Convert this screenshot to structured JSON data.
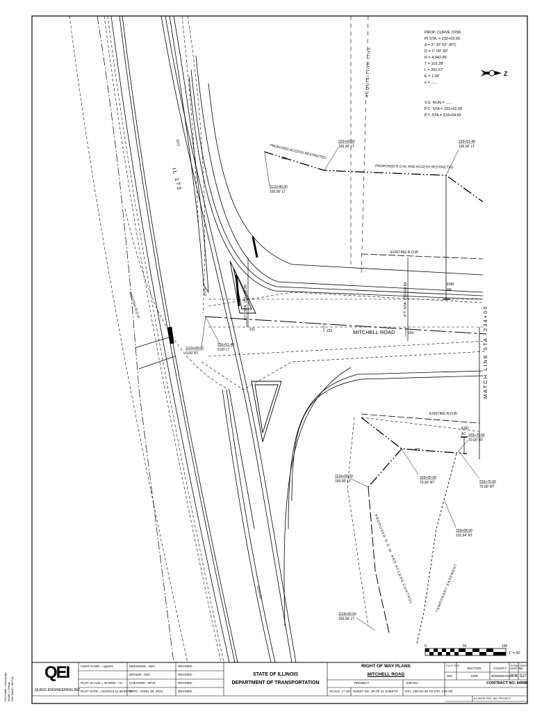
{
  "curve_data": {
    "title": "PROP. CURVE O290",
    "lines": [
      "PI STA. = 232+03.56",
      "Δ = 2° 20' 52\" (RT)",
      "D = 1° 09' 33\"",
      "R = 4,942.86'",
      "T = 101.28'",
      "L = 202.57'",
      "E = 1.04'",
      "e = ......"
    ],
    "lines2": [
      "S.E. RUN = ......",
      "P.C. STA = 231+02.28",
      "P.T. STA = 233+04.82"
    ]
  },
  "north_arrow": {
    "label": "N",
    "icon": "north-arrow-icon"
  },
  "labels": {
    "acquisition_line": "ACQUISITION LINE",
    "proposed_access_restricted": "PROPOSED ACCESS RESTRICTED",
    "ar": "AR",
    "proposed_row_access_restricted": "PROPOSED R.O.W. AND ACCESS RESTRICTED",
    "existing_row_top": "EXISTING R.O.W.",
    "existing_row_left": "EXISTING R.O.W.",
    "existing_row_bottom": "EXISTING R.O.W.",
    "end_ar": [
      "END",
      "AR"
    ],
    "end_ac": [
      "END",
      "AC"
    ],
    "ac": "AC",
    "mitchell_road": "MITCHELL ROAD",
    "il_173": "IL 173",
    "pc_sta": "P.C. STA. 231+02.28",
    "pt_sta": "P.T. STA. 233+04.82",
    "match_line": "MATCH LINE STA. 234+00",
    "proposed_row_access_control": "PROPOSED R.O.W. AND ACCESS CONTROL",
    "temporary_easement": "TEMPORARY EASEMENT",
    "sta_231": "231",
    "sta_232": "232",
    "sta_233": "233",
    "sta_1112": "1112",
    "sta_1113": "1113",
    "sta_1114": "1114+00"
  },
  "callouts": [
    {
      "sta": "232+00.00",
      "off": "100.00' LT"
    },
    {
      "sta": "233+51.49",
      "off": "100.00' LT"
    },
    {
      "sta": "1112+40.00",
      "off": "100.00' LT"
    },
    {
      "sta": "1113+08.00",
      "off": "0.00' RT"
    },
    {
      "sta": "230+51.49",
      "off": "0.00' LT"
    },
    {
      "sta": "233+79.55",
      "off": "70.00' RT"
    },
    {
      "sta": "233+00.00",
      "off": "70.00' RT"
    },
    {
      "sta": "233+70.00",
      "off": "70.00' RT"
    },
    {
      "sta": "1115+00.00",
      "off": "155.00' LT"
    },
    {
      "sta": "233+68.00",
      "off": "101.64' RT"
    },
    {
      "sta": "1116+00.00",
      "off": "150.00' LT"
    }
  ],
  "scale_bar": {
    "zero": "0",
    "mid": "50",
    "end": "100",
    "ratio": "1\" = 50'"
  },
  "title_block": {
    "firm_logo": "QEI",
    "firm_name": "QUIGG ENGINEERING INC",
    "user_name": "USER NAME = rgeertz",
    "plot_scale": "PLOT SCALE = 40.0000 ' / in.",
    "plot_date": "PLOT DATE = 5/2/2013   11:48:28 AM",
    "designed": "DESIGNED  -  KEC",
    "drawn": "DRAWN  -  KEC",
    "checked": "CHECKED  -  MTW",
    "date": "DATE  -  APRIL 30, 2013",
    "revised": [
      "REVISED  -",
      "REVISED  -",
      "REVISED  -",
      "REVISED  -"
    ],
    "agency_line1": "STATE OF ILLINOIS",
    "agency_line2": "DEPARTMENT OF TRANSPORTATION",
    "plan_title1": "RIGHT OF WAY PLANS",
    "plan_title2": "MITCHELL ROAD",
    "project_label": "PROJECT",
    "job_label": "JOB NO.",
    "scale": "SCALE:  1\"=20'",
    "sheet_no": "SHEET NO. 39 OF 41  SHEETS",
    "sta_range": "STA. 230+51.49   TO STA.  234+00",
    "fap_rte_label": "F.A.P. RTE.",
    "section_label": "SECTION",
    "county_label": "COUNTY",
    "total_sheets_label": "TOTAL SHEETS",
    "sheet_no_label": "SHEET NO.",
    "fap_rte": "303",
    "section": "129R",
    "county": "WINNEBAGO",
    "total_sheets": "908",
    "sheet_number": "527",
    "contract": "CONTRACT NO. 64988",
    "project_footer": "ILLINOIS FED. AID PROJECT"
  },
  "side_note": {
    "lines": [
      "FILE NAME  =  drawing.dgn",
      "MODEL      =  Default",
      "PEN TABLE  =  IDOT.tbl"
    ]
  }
}
